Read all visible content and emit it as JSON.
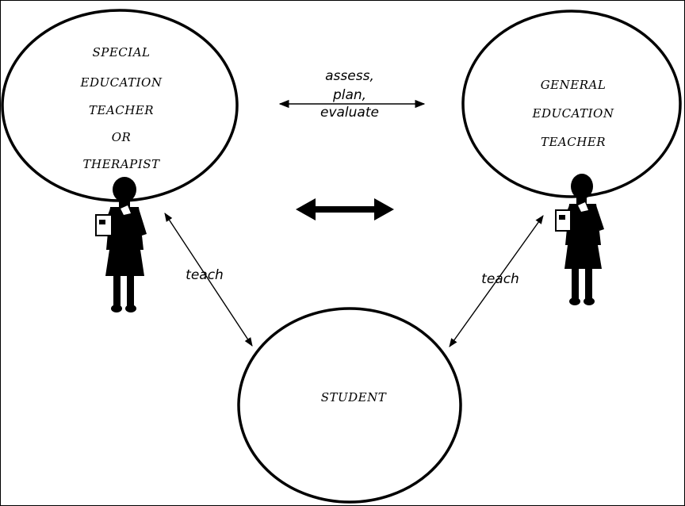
{
  "colors": {
    "ink": "#000000",
    "background": "#ffffff"
  },
  "nodes": {
    "special": {
      "lines": [
        "SPECIAL",
        "EDUCATION",
        "TEACHER",
        "OR",
        "THERAPIST"
      ]
    },
    "general": {
      "lines": [
        "GENERAL",
        "EDUCATION",
        "TEACHER"
      ]
    },
    "student": {
      "lines": [
        "STUDENT"
      ]
    }
  },
  "edges": {
    "collaborate": {
      "lines": [
        "assess,",
        "plan,",
        "evaluate"
      ]
    },
    "teach_left": {
      "label": "teach"
    },
    "teach_right": {
      "label": "teach"
    }
  },
  "icons": [
    "teacher-figure-icon",
    "teacher-figure-icon",
    "double-arrow-icon"
  ]
}
